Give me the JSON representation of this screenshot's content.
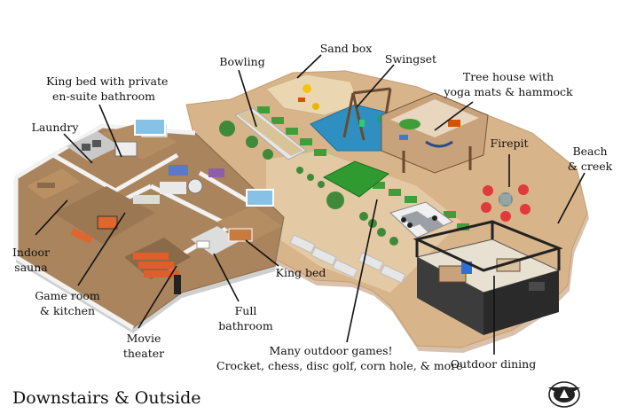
{
  "title": "Downstairs & Outside",
  "labels": {
    "king_bed_suite": [
      "King bed with private",
      "en-suite bathroom"
    ],
    "laundry": [
      "Laundry"
    ],
    "bowling": [
      "Bowling"
    ],
    "sand_box": [
      "Sand box"
    ],
    "swingset": [
      "Swingset"
    ],
    "tree_house": [
      "Tree house with",
      "yoga mats & hammock"
    ],
    "firepit": [
      "Firepit"
    ],
    "beach": [
      "Beach",
      "& creek"
    ],
    "indoor_sauna": [
      "Indoor",
      "sauna"
    ],
    "game_room": [
      "Game room",
      "& kitchen"
    ],
    "movie_theater": [
      "Movie",
      "theater"
    ],
    "full_bathroom": [
      "Full",
      "bathroom"
    ],
    "king_bed": [
      "King bed"
    ],
    "outdoor_games": [
      "Many outdoor games!",
      "Crocket, chess, disc golf, corn hole, & more"
    ],
    "outdoor_dining": [
      "Outdoor dining"
    ]
  },
  "colors": {
    "ground": "#d8b48a",
    "floor_wood": "#a9845c",
    "wall": "#f2f2f2",
    "grass": "#3f9e3a",
    "pool_blue": "#2f8fc0",
    "deck": "#6b4a2f",
    "sand": "#e7d2ad"
  },
  "logo_icon": "aircraft-emblem-icon"
}
